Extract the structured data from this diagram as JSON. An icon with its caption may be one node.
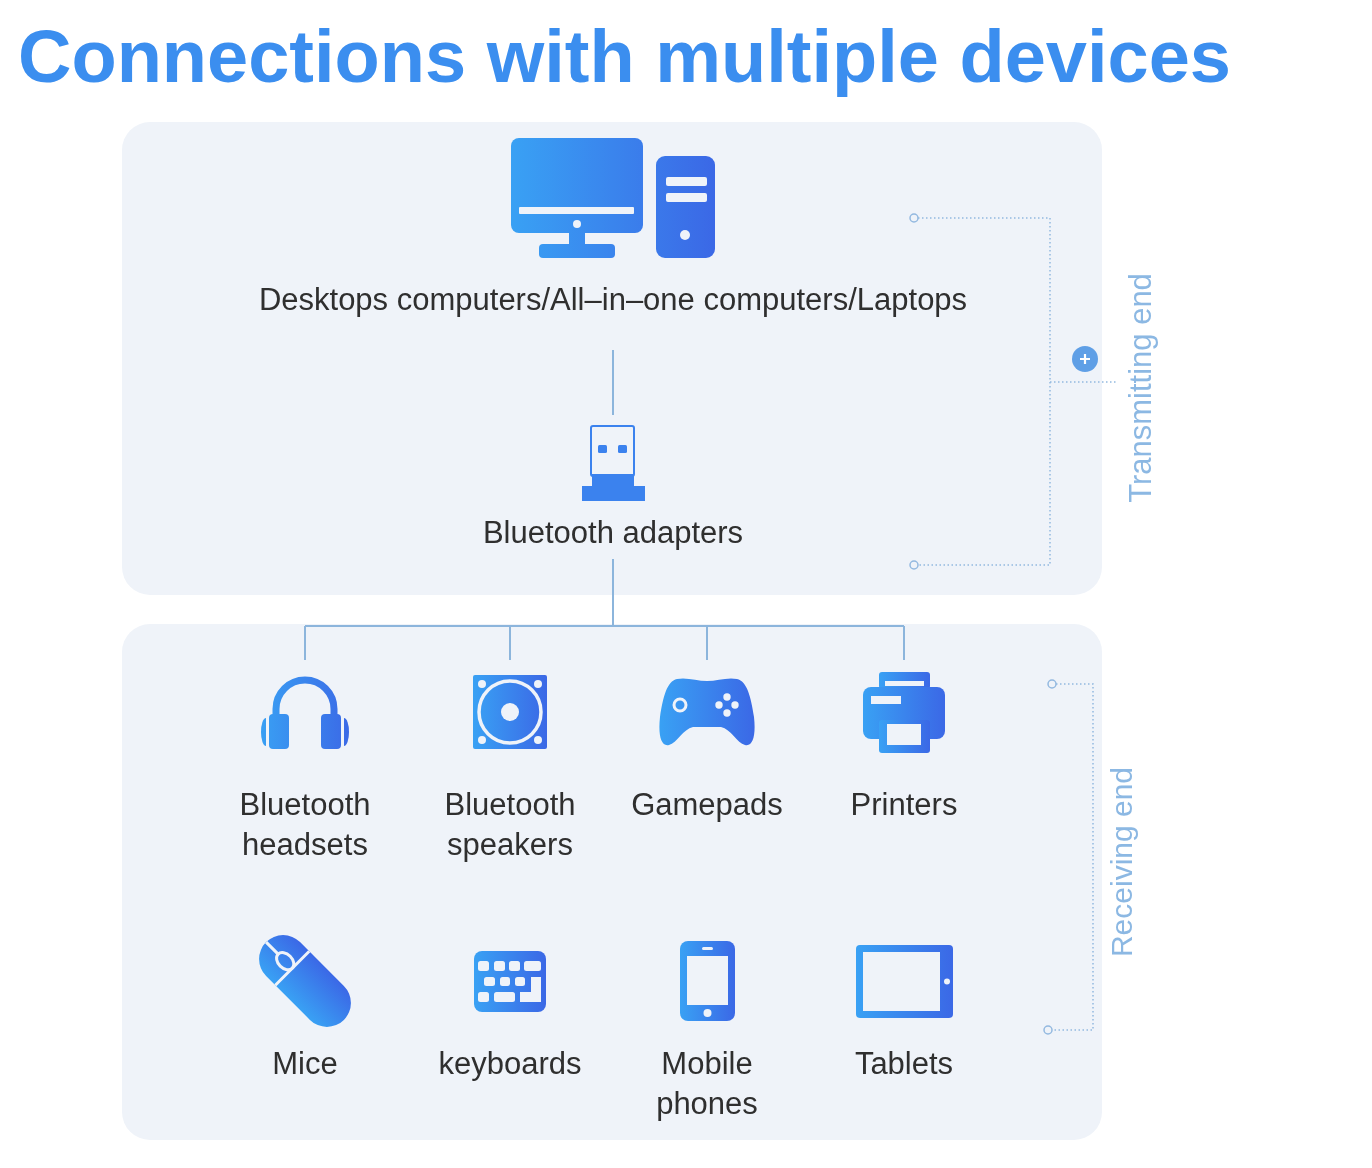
{
  "diagram": {
    "title": "Connections with multiple devices",
    "nodes": [
      {
        "text": [],
        "shape": "box",
        "beside": [
          "Transmitting end"
        ]
      },
      {
        "text": [
          "Desktops computers/All–in–one computers/Laptops"
        ],
        "in": 0
      },
      {
        "text": [
          "Bluetooth adapters"
        ],
        "in": 0
      },
      {
        "text": [],
        "shape": "box",
        "beside": [
          "Receiving end"
        ]
      },
      {
        "text": [
          "Bluetooth headsets"
        ],
        "in": 3
      },
      {
        "text": [
          "Bluetooth speakers"
        ],
        "in": 3
      },
      {
        "text": [
          "Gamepads"
        ],
        "in": 3
      },
      {
        "text": [
          "Printers"
        ],
        "in": 3
      },
      {
        "text": [
          "Mice"
        ],
        "in": 3
      },
      {
        "text": [
          "keyboards"
        ],
        "in": 3
      },
      {
        "text": [
          "Mobile phones"
        ],
        "in": 3
      },
      {
        "text": [
          "Tablets"
        ],
        "in": 3
      }
    ],
    "edges": [
      {
        "from": 1,
        "to": 2,
        "arrow": "none"
      },
      {
        "from": 2,
        "to": 4,
        "arrow": "none"
      },
      {
        "from": 2,
        "to": 5,
        "arrow": "none"
      },
      {
        "from": 2,
        "to": 6,
        "arrow": "none"
      },
      {
        "from": 2,
        "to": 7,
        "arrow": "none"
      }
    ]
  }
}
